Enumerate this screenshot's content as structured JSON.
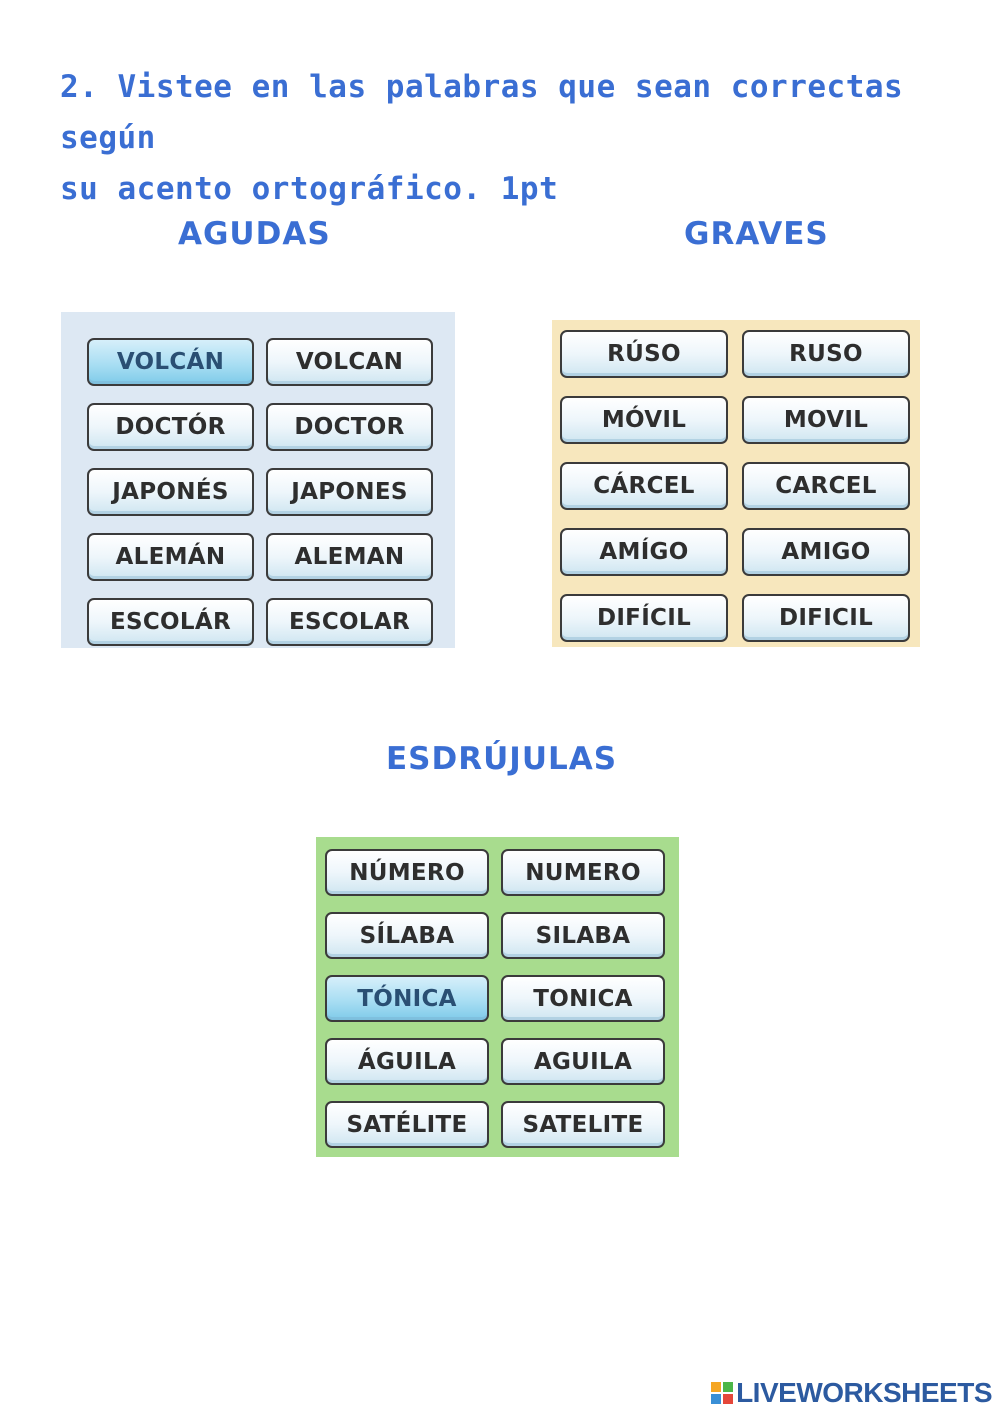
{
  "instruction": {
    "line1": "2. Vistee en las palabras que sean correctas según",
    "line2": "su acento ortográfico. 1pt"
  },
  "sections": {
    "agudas": {
      "title": "AGUDAS",
      "background": "#dde8f3",
      "words": [
        "VOLCÁN",
        "VOLCAN",
        "DOCTÓR",
        "DOCTOR",
        "JAPONÉS",
        "JAPONES",
        "ALEMÁN",
        "ALEMAN",
        "ESCOLÁR",
        "ESCOLAR"
      ],
      "selected": [
        "VOLCÁN"
      ]
    },
    "graves": {
      "title": "GRAVES",
      "background": "#f7e7bd",
      "words": [
        "RÚSO",
        "RUSO",
        "MÓVIL",
        "MOVIL",
        "CÁRCEL",
        "CARCEL",
        "AMÍGO",
        "AMIGO",
        "DIFÍCIL",
        "DIFICIL"
      ],
      "selected": []
    },
    "esdrujulas": {
      "title": "ESDRÚJULAS",
      "background": "#a8dc8e",
      "words": [
        "NÚMERO",
        "NUMERO",
        "SÍLABA",
        "SILABA",
        "TÓNICA",
        "TONICA",
        "ÁGUILA",
        "AGUILA",
        "SATÉLITE",
        "SATELITE"
      ],
      "selected": [
        "TÓNICA"
      ]
    }
  },
  "logo": {
    "text": "LIVEWORKSHEETS",
    "icon": "liveworksheets-logo-icon"
  }
}
